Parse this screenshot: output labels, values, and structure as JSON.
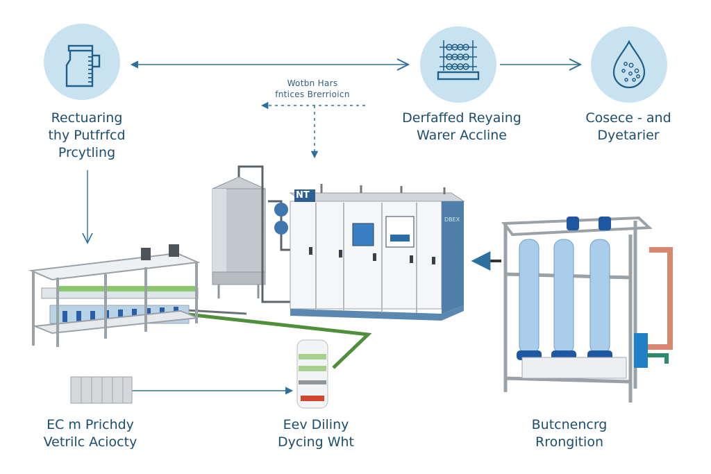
{
  "diagram": {
    "colors": {
      "accent": "#2d6f9e",
      "circle_bg": "#c8e2f0",
      "text": "#1c4d6e",
      "green_line": "#4f8f3a",
      "cabinet_blue": "#4f7fa8",
      "pipe_orange": "#d98770"
    },
    "top_steps": [
      {
        "icon": "measuring-jug-icon",
        "label_lines": [
          "Rectuaring",
          "thy Putfrfcd",
          "Prcytling"
        ]
      },
      {
        "icon": "filter-rack-icon",
        "label_lines": [
          "Derfaffed Reyaing",
          "Warer Accline"
        ]
      },
      {
        "icon": "water-drop-icon",
        "label_lines": [
          "Cosece - and",
          "Dyetarier"
        ]
      }
    ],
    "center_note": {
      "lines": [
        "Wotbn Hars",
        "fntices Brerrioicn"
      ]
    },
    "bottom_steps": [
      {
        "label_lines": [
          "EC m Prichdy",
          "Vetrilc Aciocty"
        ]
      },
      {
        "label_lines": [
          "Eev Diliny",
          "Dycing Wht"
        ]
      },
      {
        "label_lines": [
          "Butcnencrg",
          "Rrongition"
        ]
      }
    ],
    "equipment": {
      "cabinet_badge": "NT",
      "cabinet_side_tag": "DBEX"
    }
  }
}
